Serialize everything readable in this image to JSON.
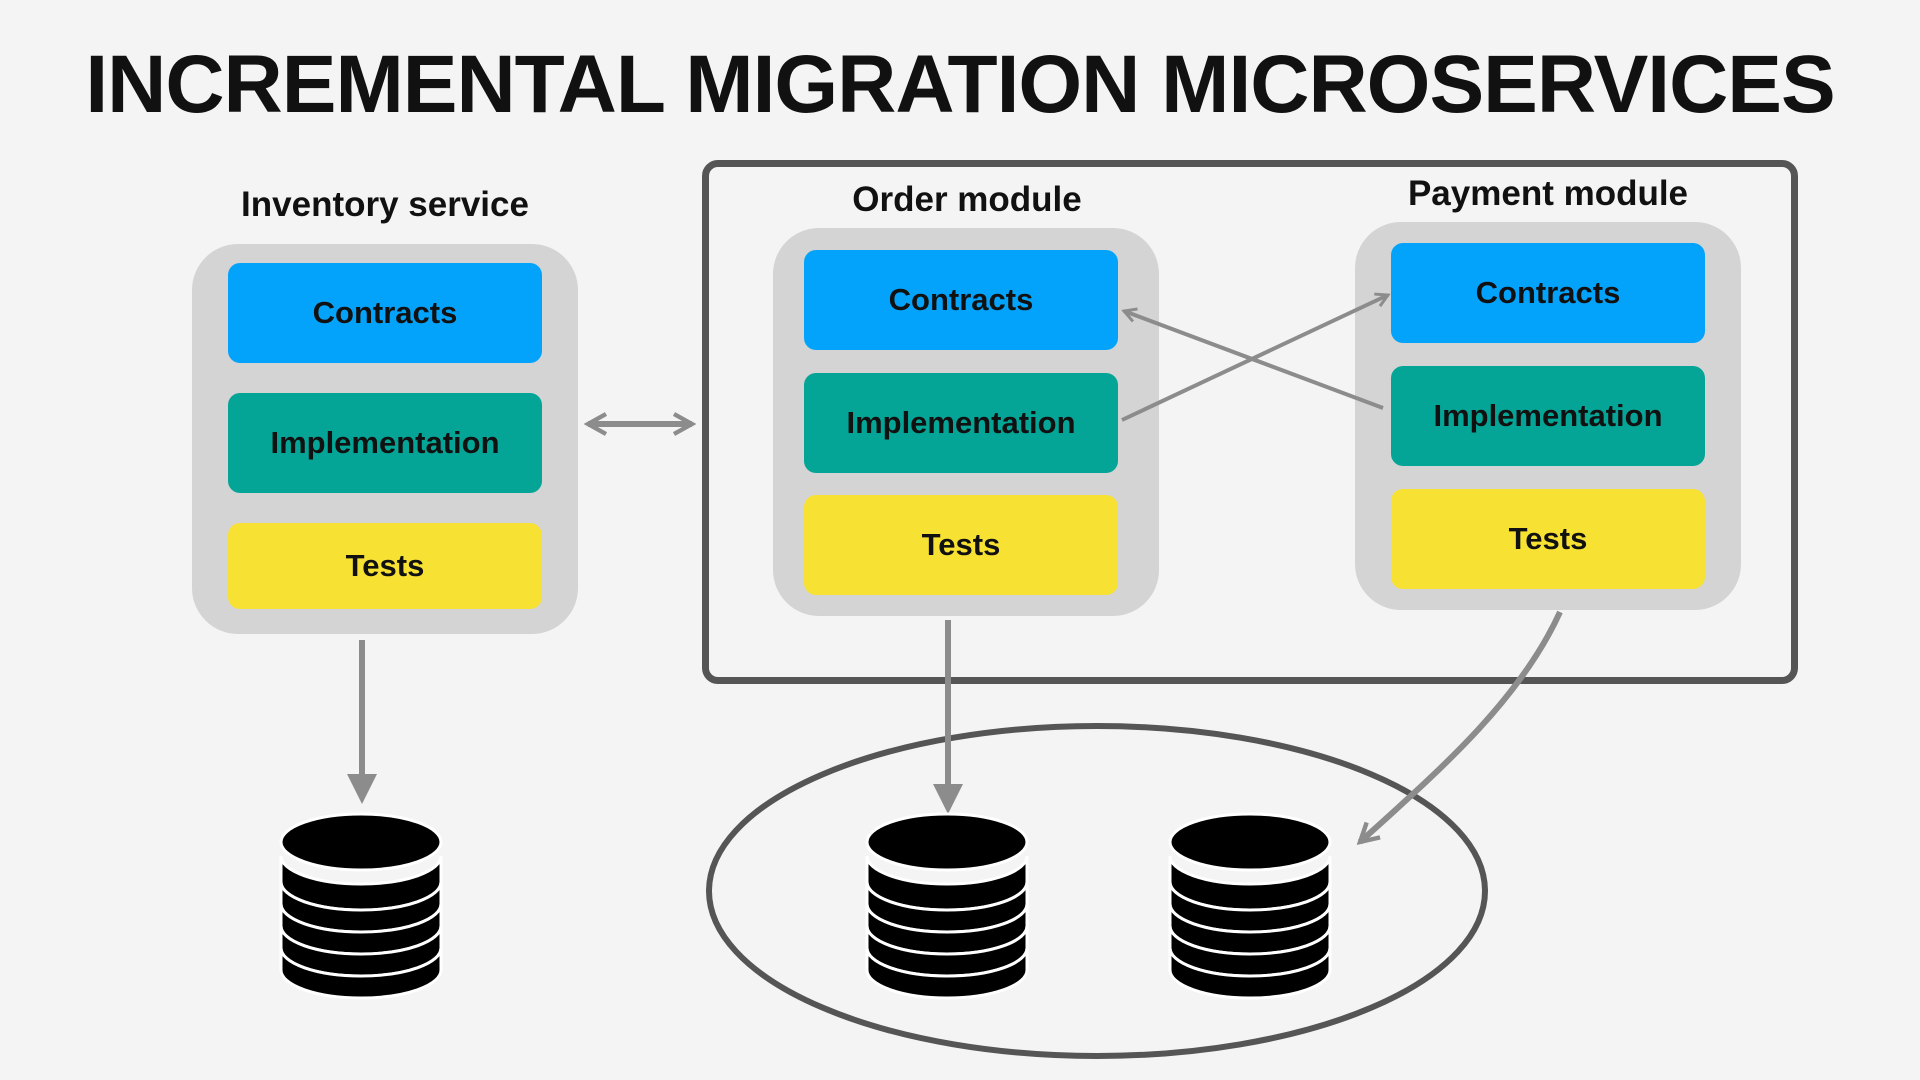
{
  "title": "INCREMENTAL MIGRATION MICROSERVICES",
  "colors": {
    "contracts": "#03a3fb",
    "implementation": "#04a596",
    "tests": "#f7e233",
    "panel": "#d4d4d4",
    "arrow": "#8c8c8c",
    "frame": "#555555",
    "database": "#000000"
  },
  "services": {
    "inventory": {
      "label": "Inventory service",
      "layers": {
        "contracts": "Contracts",
        "implementation": "Implementation",
        "tests": "Tests"
      }
    },
    "order": {
      "label": "Order module",
      "layers": {
        "contracts": "Contracts",
        "implementation": "Implementation",
        "tests": "Tests"
      }
    },
    "payment": {
      "label": "Payment module",
      "layers": {
        "contracts": "Contracts",
        "implementation": "Implementation",
        "tests": "Tests"
      }
    }
  },
  "icons": [
    "database-icon",
    "bidirectional-arrow-icon",
    "arrow-icon"
  ]
}
